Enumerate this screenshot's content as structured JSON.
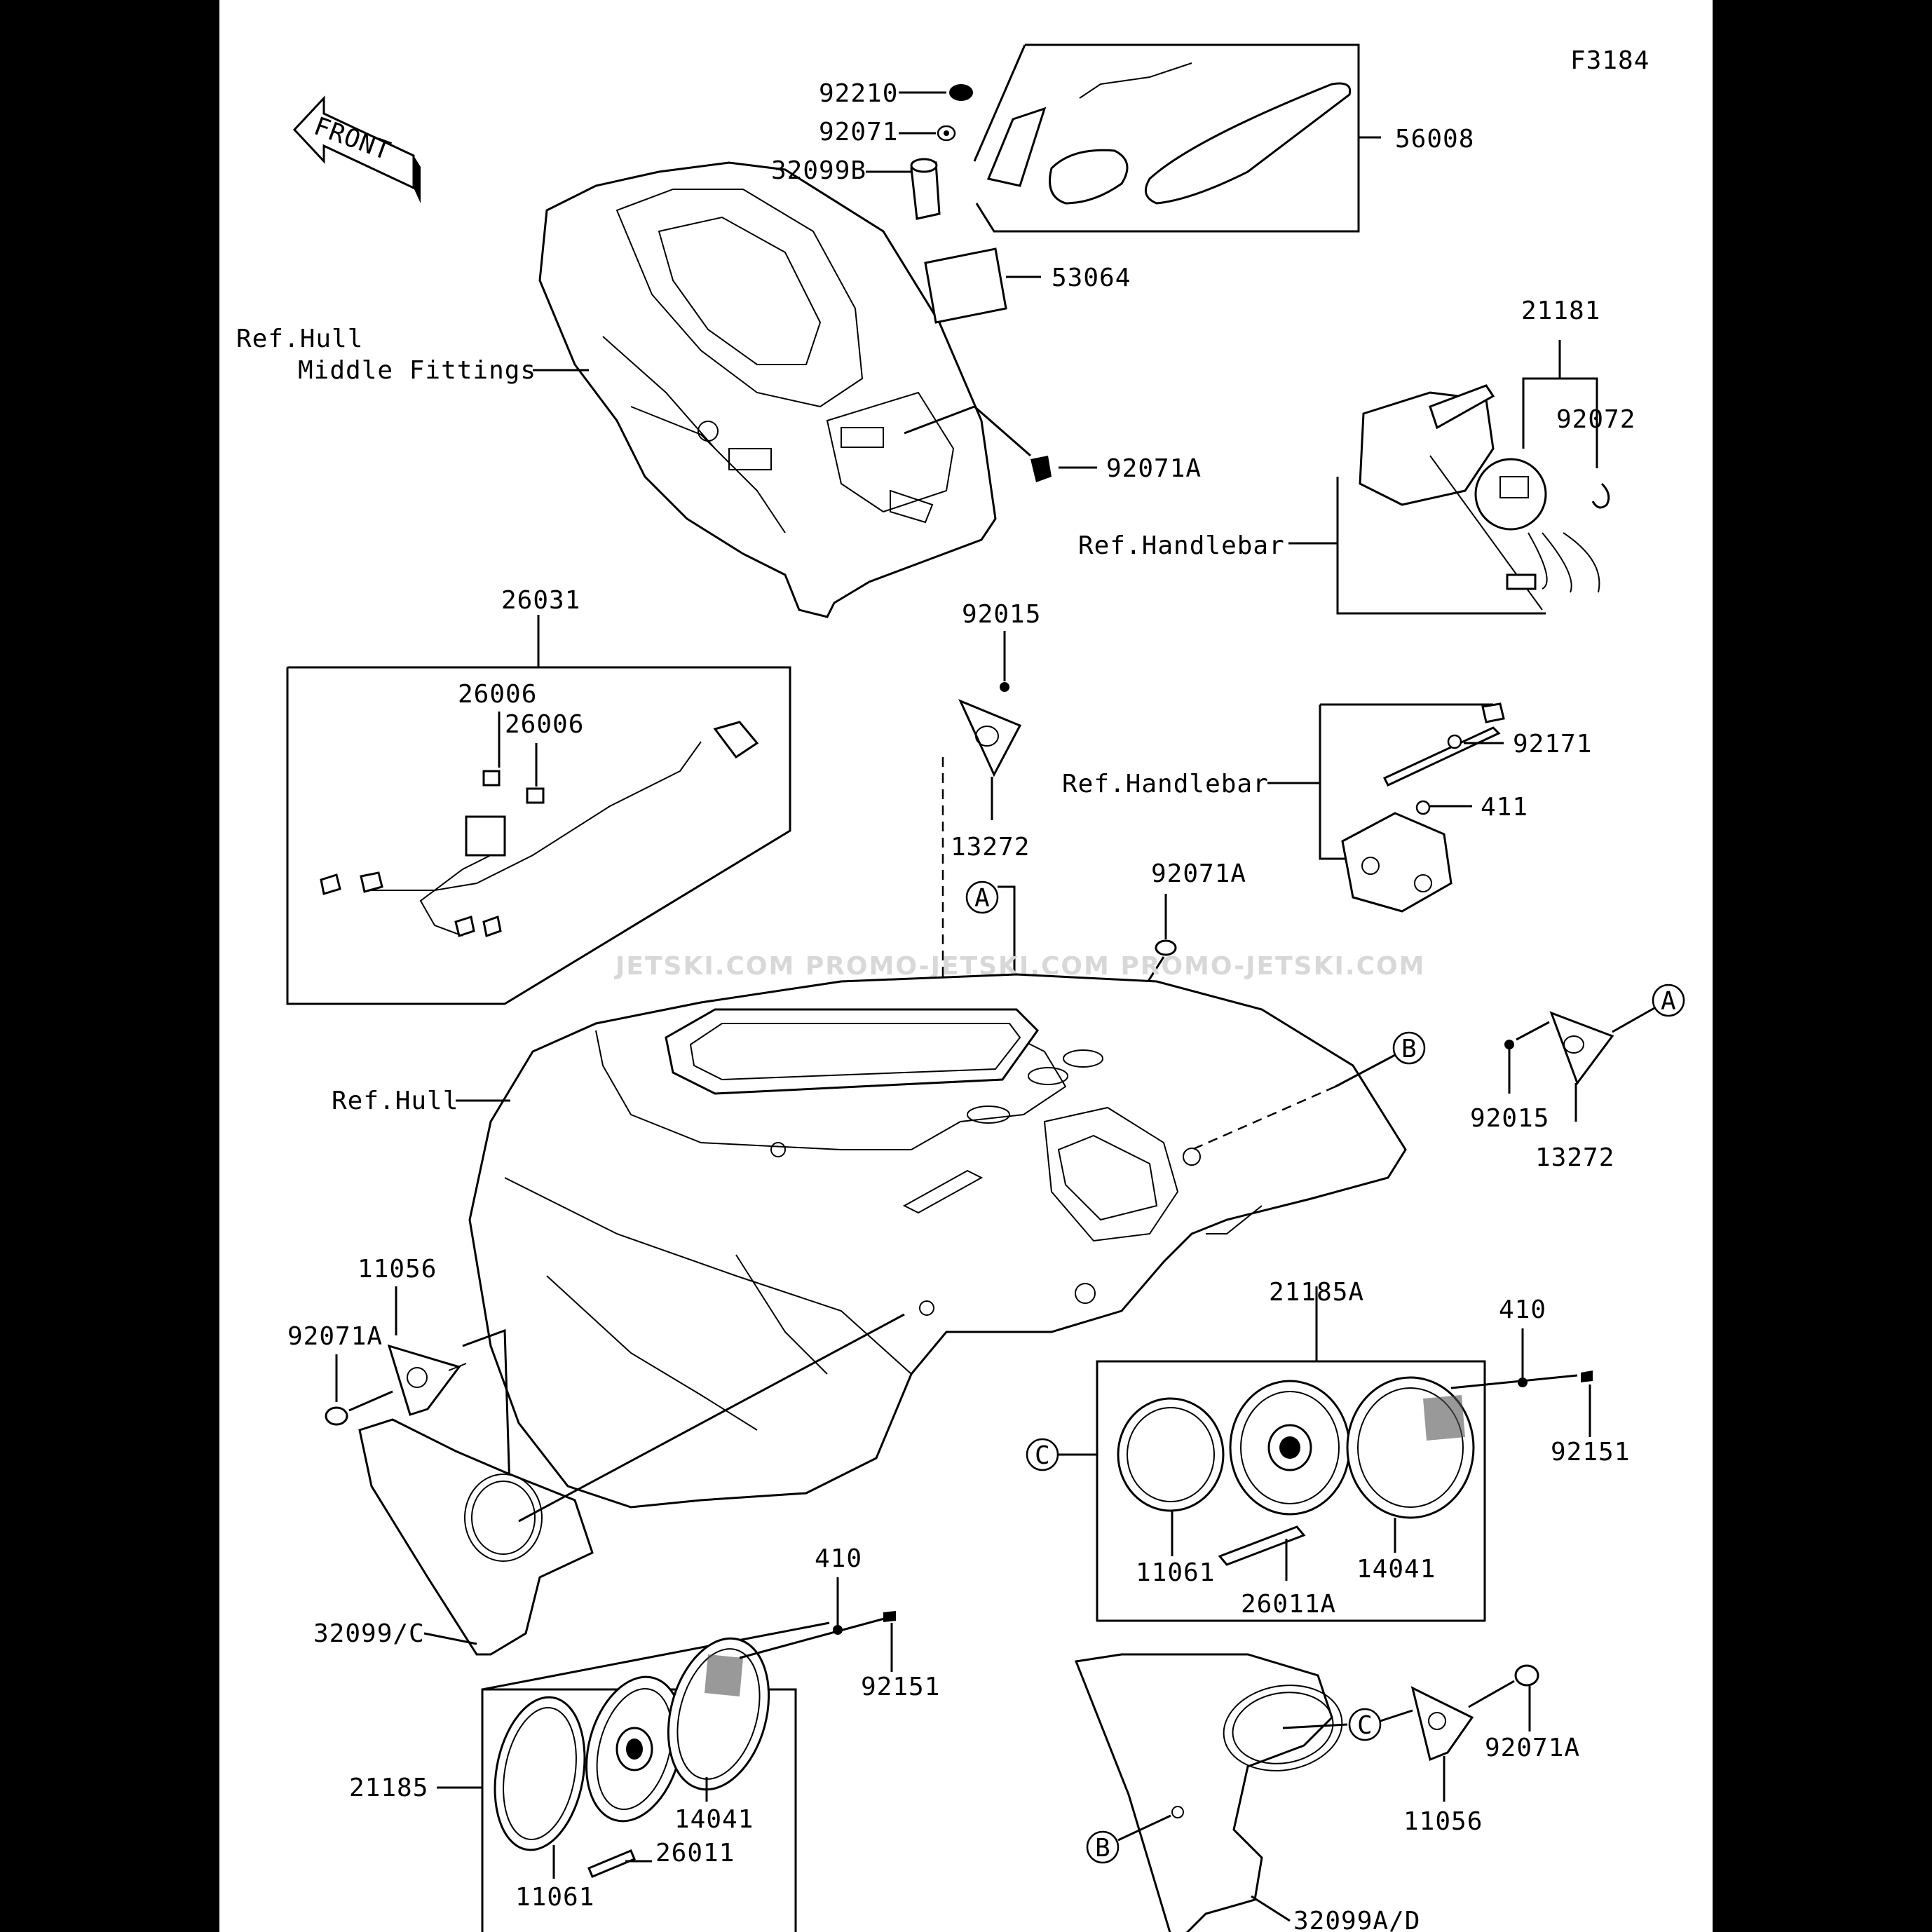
{
  "figure_id": "F3184",
  "front_label": "FRONT",
  "watermark": "JETSKI.COM  PROMO-JETSKI.COM  PROMO-JETSKI.COM",
  "refs": {
    "hull_middle_1": "Ref.Hull",
    "hull_middle_2": "Middle Fittings",
    "handlebar_1": "Ref.Handlebar",
    "handlebar_2": "Ref.Handlebar",
    "hull": "Ref.Hull"
  },
  "callouts": [
    "A",
    "A",
    "B",
    "B",
    "C",
    "C"
  ],
  "parts": {
    "p92210": "92210",
    "p92071": "92071",
    "p32099B": "32099B",
    "p56008": "56008",
    "p53064": "53064",
    "p92071A_top": "92071A",
    "p21181": "21181",
    "p92072": "92072",
    "p26031": "26031",
    "p26006_a": "26006",
    "p26006_b": "26006",
    "p92015_top": "92015",
    "p13272_top": "13272",
    "p92171": "92171",
    "p411": "411",
    "p92071A_mid": "92071A",
    "p92015_right": "92015",
    "p13272_right": "13272",
    "p11056_left": "11056",
    "p92071A_left": "92071A",
    "p21185A": "21185A",
    "p410_right": "410",
    "p92151_right": "92151",
    "p11061_right": "11061",
    "p26011A": "26011A",
    "p14041_right": "14041",
    "p32099C": "32099/C",
    "p410_left": "410",
    "p92151_left": "92151",
    "p21185": "21185",
    "p14041_left": "14041",
    "p11061_left": "11061",
    "p26011": "26011",
    "p92071A_right": "92071A",
    "p11056_right": "11056",
    "p32099AD": "32099A/D"
  }
}
